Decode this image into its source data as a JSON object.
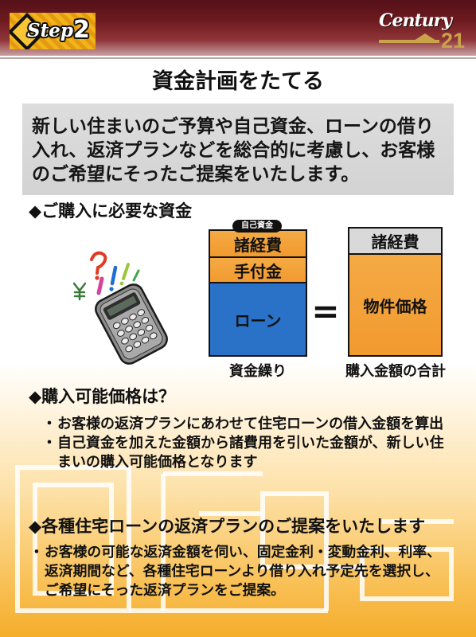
{
  "header": {
    "step_label": "Step",
    "step_number": "2",
    "logo_word": "Century",
    "logo_number": "21"
  },
  "title": "資金計画をたてる",
  "intro": {
    "lines": [
      "新しい住まいのご予算や自己資金、ローンの借り",
      "入れ、返済プランなどを総合的に考慮し、お客様",
      "のご希望にそったご提案をいたします。"
    ]
  },
  "funds": {
    "heading": "◆ご購入に必要な資金",
    "left_stack": {
      "tag": "自己資金",
      "segments": [
        "諸経費",
        "手付金",
        "ローン"
      ],
      "caption": "資金繰り"
    },
    "equals": "=",
    "right_stack": {
      "segments": [
        "諸経費",
        "物件価格"
      ],
      "caption": "購入金額の合計"
    }
  },
  "purchase_price": {
    "heading": "◆購入可能価格は？",
    "bullets": [
      {
        "mark": "・",
        "lines": [
          "お客様の返済プランにあわせて住宅ローンの借入金額を算出"
        ]
      },
      {
        "mark": "・",
        "lines": [
          "自己資金を加えた金額から諸費用を引いた金額が、新しい住",
          "まいの購入可能価格となります"
        ]
      }
    ]
  },
  "repayment": {
    "heading": "◆各種住宅ローンの返済プランのご提案をいたします",
    "bullets": [
      {
        "mark": "・",
        "lines": [
          "お客様の可能な返済金額を伺い、固定金利・変動金利、利率、",
          "返済期間など、各種住宅ローンより借り入れ予定先を選択し、",
          "ご希望にそった返済プランをご提案。"
        ]
      }
    ]
  },
  "icons": {
    "step_badge": "diamond-icon",
    "illustration": "calculator-icon",
    "logo_mark": "roof-line-icon",
    "background": "floor-plan-graphic"
  },
  "colors": {
    "header": "#6e1b1f",
    "step_badge": "#f2b31b",
    "logo_gold": "#c9a24a",
    "intro_box": "#d3d3d3",
    "orange": "#f19a2e",
    "loan_blue": "#2a72c8",
    "expenses_gray": "#d9d9d9",
    "warm_bottom": "#f5ad2a"
  }
}
